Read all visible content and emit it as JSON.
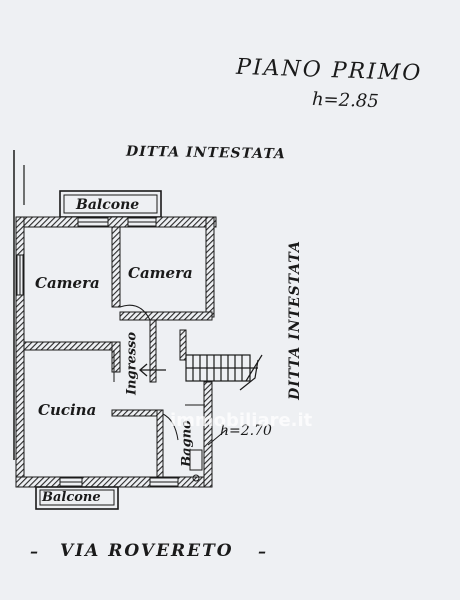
{
  "header": {
    "floor_title": "PIANO PRIMO",
    "floor_height": "h=2.85"
  },
  "neighbors": {
    "top": "DITTA INTESTATA",
    "right": "DITTA INTESTATA"
  },
  "rooms": {
    "balcony_top": "Balcone",
    "bedroom_1": "Camera",
    "bedroom_2": "Camera",
    "entrance": "Ingresso",
    "kitchen": "Cucina",
    "bathroom": "Bagno",
    "balcony_bottom": "Balcone"
  },
  "annotations": {
    "bathroom_height": "h=2.70"
  },
  "street": {
    "label": "VIA ROVERETO",
    "dash": "–"
  },
  "watermark": {
    "text": "immobiliare.it"
  },
  "colors": {
    "paper": "#eef0f3",
    "ink": "#1a1a1a",
    "wall_hatch": "#3a3a3a",
    "watermark": "#ffffff"
  }
}
